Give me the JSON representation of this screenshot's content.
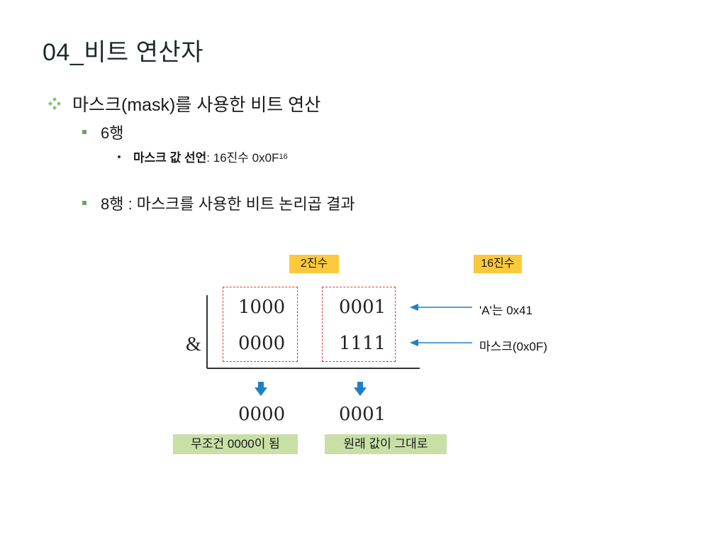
{
  "title": "04_비트 연산자",
  "bullets": {
    "main": "마스크(mask)를 사용한 비트 연산",
    "line6": "6행",
    "line6_sub_bold": "마스크 값 선언",
    "line6_sub_rest": " : 16진수 0x0F",
    "line6_sub_subscript": "16",
    "line8": "8행 : 마스크를 사용한 비트 논리곱 결과"
  },
  "diagram": {
    "binary_tag": "2진수",
    "hex_tag": "16진수",
    "operator": "&",
    "row1_high": "1000",
    "row1_low": "0001",
    "row2_high": "0000",
    "row2_low": "1111",
    "result_high": "0000",
    "result_low": "0001",
    "row1_label": "'A'는 0x41",
    "row2_label": "마스크(0x0F)",
    "result_high_label": "무조건 0000이 됨",
    "result_low_label": "원래 값이 그대로",
    "colors": {
      "tag_yellow": "#fbc93b",
      "dashed_red": "#d93a3a",
      "arrow_blue": "#1f7fc6",
      "label_green": "#c8dfa6",
      "bullet_green": "#6aa36a"
    }
  }
}
